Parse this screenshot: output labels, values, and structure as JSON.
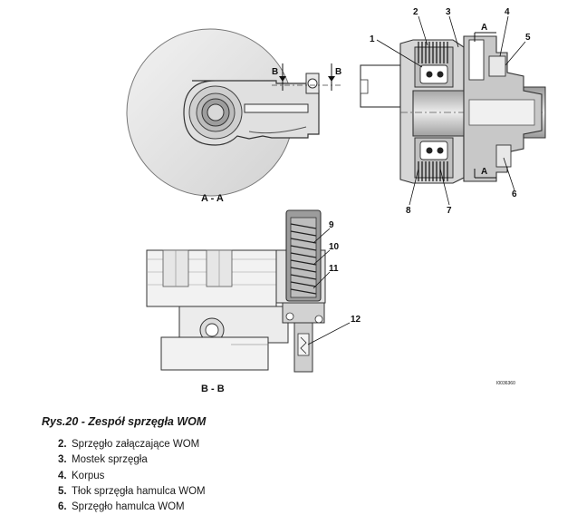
{
  "figure": {
    "callouts": [
      "1",
      "2",
      "3",
      "4",
      "5",
      "6",
      "7",
      "8",
      "9",
      "10",
      "11",
      "12"
    ],
    "section_a_markers": [
      "A",
      "A"
    ],
    "section_b_markers": [
      "B",
      "B"
    ],
    "view_aa_label": "A - A",
    "view_bb_label": "B - B",
    "drawing_number": "I0036360"
  },
  "caption": "Rys.20 - Zespół sprzęgła WOM",
  "legend": [
    {
      "num": "2.",
      "text": "Sprzęgło załączające WOM"
    },
    {
      "num": "3.",
      "text": "Mostek sprzęgła"
    },
    {
      "num": "4.",
      "text": "Korpus"
    },
    {
      "num": "5.",
      "text": "Tłok sprzęgła hamulca WOM"
    },
    {
      "num": "6.",
      "text": "Sprzęgło hamulca WOM"
    }
  ]
}
